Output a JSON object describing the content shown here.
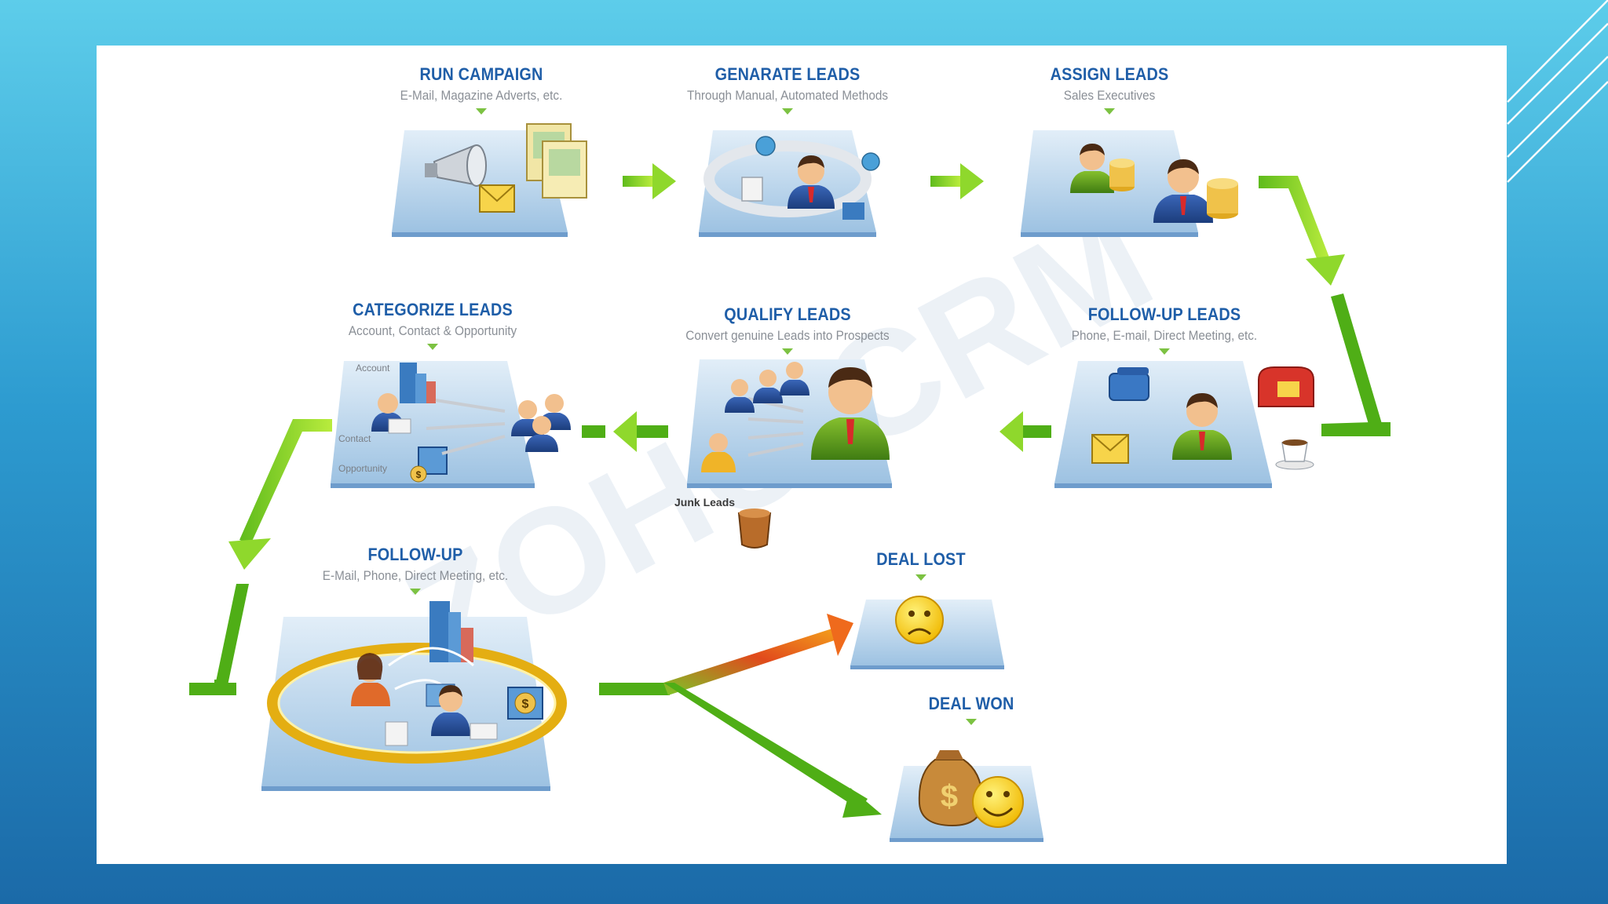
{
  "stages": {
    "run_campaign": {
      "title": "RUN CAMPAIGN",
      "subtitle": "E-Mail, Magazine Adverts, etc."
    },
    "generate_leads": {
      "title": "GENARATE LEADS",
      "subtitle": "Through Manual, Automated Methods"
    },
    "assign_leads": {
      "title": "ASSIGN LEADS",
      "subtitle": "Sales Executives"
    },
    "followup_leads": {
      "title": "FOLLOW-UP LEADS",
      "subtitle": "Phone, E-mail, Direct Meeting, etc."
    },
    "qualify_leads": {
      "title": "QUALIFY LEADS",
      "subtitle": "Convert genuine Leads into Prospects"
    },
    "categorize_leads": {
      "title": "CATEGORIZE LEADS",
      "subtitle": "Account, Contact & Opportunity"
    },
    "followup": {
      "title": "FOLLOW-UP",
      "subtitle": "E-Mail, Phone, Direct Meeting, etc."
    },
    "deal_lost": {
      "title": "DEAL LOST"
    },
    "deal_won": {
      "title": "DEAL WON"
    }
  },
  "annotations": {
    "account": "Account",
    "contact": "Contact",
    "opportunity": "Opportunity",
    "junk_leads": "Junk Leads"
  },
  "colors": {
    "arrow_green": "#66c21c",
    "arrow_green_light": "#b6ea3a",
    "arrow_red": "#e8321a",
    "title_blue": "#1f5ea8",
    "platform_blue": "#a8cbe6"
  },
  "icons": [
    "megaphone-icon",
    "poster-icon",
    "mail-icon",
    "person-icon",
    "globe-icon",
    "gold-coins-icon",
    "phone-icon",
    "mailbox-icon",
    "coffee-icon",
    "trash-can-icon",
    "building-icon",
    "dollar-box-icon",
    "sad-face-icon",
    "money-bag-icon",
    "smiley-face-icon"
  ]
}
